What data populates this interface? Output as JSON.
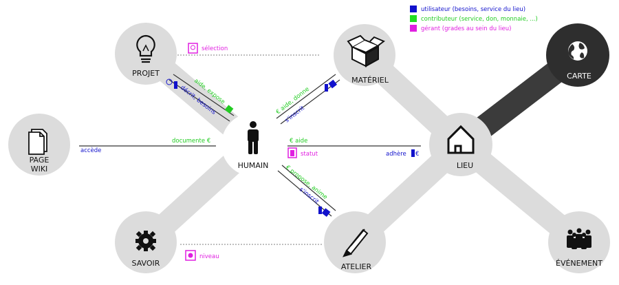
{
  "colors": {
    "user": "#1111cc",
    "contributor": "#22dd22",
    "manager": "#e01ee0",
    "node": "#d8d8d8",
    "map_link": "#3a3a3a",
    "map_node": "#2e2e2e"
  },
  "legend": [
    {
      "color": "#1111cc",
      "text": "utilisateur (besoins, service du lieu)"
    },
    {
      "color": "#22dd22",
      "text": "contributeur (service, don, monnaie, ...)"
    },
    {
      "color": "#e01ee0",
      "text": "gérant (grades au sein du lieu)"
    }
  ],
  "nodes": {
    "projet": {
      "label": "PROJET",
      "icon": "lightbulb-icon"
    },
    "materiel": {
      "label": "MATÉRIEL",
      "icon": "box-icon"
    },
    "carte": {
      "label": "CARTE",
      "icon": "globe-icon"
    },
    "page_wiki": {
      "label_line1": "PAGE",
      "label_line2": "WIKI",
      "icon": "document-icon"
    },
    "humain": {
      "label": "HUMAIN",
      "icon": "person-icon"
    },
    "lieu": {
      "label": "LIEU",
      "icon": "house-icon"
    },
    "savoir": {
      "label": "SAVOIR",
      "icon": "gear-icon"
    },
    "atelier": {
      "label": "ATELIER",
      "icon": "pencil-icon"
    },
    "evenement": {
      "label": "ÉVÉNEMENT",
      "icon": "group-icon"
    }
  },
  "edge_labels": {
    "selection": "sélection",
    "aide_expose": "aide, expose",
    "decrit_besoins": "décrit, besoins",
    "aide_donne": "€ aide, donne",
    "s_inscrit_1": "s'inscrit",
    "documente": "documente €",
    "accede": "accède",
    "aide": "€  aide",
    "statut": "statut",
    "adhere": "adhère",
    "propose_anime": "€ propose, anime",
    "s_inscrit_2": "s'inscrit",
    "niveau": "niveau"
  }
}
